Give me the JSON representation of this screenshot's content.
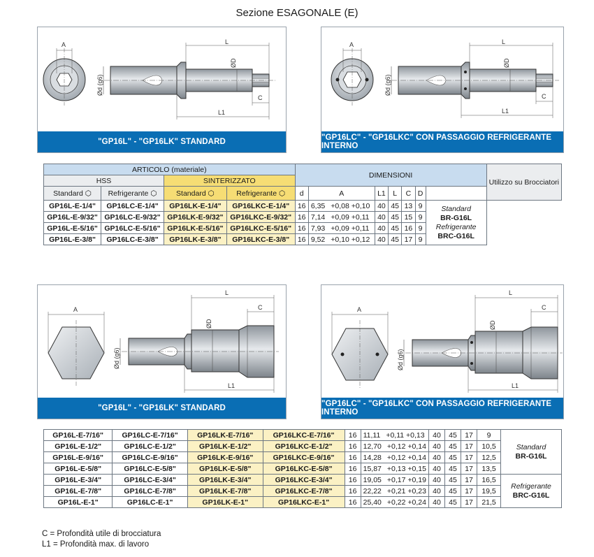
{
  "page": {
    "title": "Sezione ESAGONALE (E)"
  },
  "dims": {
    "A": "A",
    "L": "L",
    "D": "ØD",
    "d": "Ød (g6)",
    "C": "C",
    "L1": "L1"
  },
  "panels": {
    "top_left": "\"GP16L\" - \"GP16LK\" STANDARD",
    "top_right": "\"GP16LC\" - \"GP16LKC\" CON PASSAGGIO REFRIGERANTE INTERNO",
    "bottom_left": "\"GP16L\" - \"GP16LK\" STANDARD",
    "bottom_right": "\"GP16LC\" - \"GP16LKC\" CON PASSAGGIO REFRIGERANTE INTERNO"
  },
  "table_header": {
    "articolo": "ARTICOLO (materiale)",
    "hss": "HSS",
    "sinterizzato": "SINTERIZZATO",
    "standard": "Standard",
    "refrigerante": "Refrigerante",
    "dimensioni": "DIMENSIONI",
    "utilizzo": "Utilizzo su Brocciatori",
    "col_d": "d",
    "col_a": "A",
    "col_l1": "L1",
    "col_l": "L",
    "col_c": "C",
    "col_d2": "D"
  },
  "usage": {
    "standard_label": "Standard",
    "standard_code": "BR-G16L",
    "refrig_label": "Refrigerante",
    "refrig_code": "BRC-G16L"
  },
  "table1": [
    [
      "GP16L-E-1/4\"",
      "GP16LC-E-1/4\"",
      "GP16LK-E-1/4\"",
      "GP16LKC-E-1/4\"",
      "16",
      "6,35",
      "+0,08 +0,10",
      "40",
      "45",
      "13",
      "9"
    ],
    [
      "GP16L-E-9/32\"",
      "GP16LC-E-9/32\"",
      "GP16LK-E-9/32\"",
      "GP16LKC-E-9/32\"",
      "16",
      "7,14",
      "+0,09 +0,11",
      "40",
      "45",
      "15",
      "9"
    ],
    [
      "GP16L-E-5/16\"",
      "GP16LC-E-5/16\"",
      "GP16LK-E-5/16\"",
      "GP16LKC-E-5/16\"",
      "16",
      "7,93",
      "+0,09 +0,11",
      "40",
      "45",
      "16",
      "9"
    ],
    [
      "GP16L-E-3/8\"",
      "GP16LC-E-3/8\"",
      "GP16LK-E-3/8\"",
      "GP16LKC-E-3/8\"",
      "16",
      "9,52",
      "+0,10 +0,12",
      "40",
      "45",
      "17",
      "9"
    ]
  ],
  "table2": [
    [
      "GP16L-E-7/16\"",
      "GP16LC-E-7/16\"",
      "GP16LK-E-7/16\"",
      "GP16LKC-E-7/16\"",
      "16",
      "11,11",
      "+0,11 +0,13",
      "40",
      "45",
      "17",
      "9"
    ],
    [
      "GP16L-E-1/2\"",
      "GP16LC-E-1/2\"",
      "GP16LK-E-1/2\"",
      "GP16LKC-E-1/2\"",
      "16",
      "12,70",
      "+0,12 +0,14",
      "40",
      "45",
      "17",
      "10,5"
    ],
    [
      "GP16L-E-9/16\"",
      "GP16LC-E-9/16\"",
      "GP16LK-E-9/16\"",
      "GP16LKC-E-9/16\"",
      "16",
      "14,28",
      "+0,12 +0,14",
      "40",
      "45",
      "17",
      "12,5"
    ],
    [
      "GP16L-E-5/8\"",
      "GP16LC-E-5/8\"",
      "GP16LK-E-5/8\"",
      "GP16LKC-E-5/8\"",
      "16",
      "15,87",
      "+0,13 +0,15",
      "40",
      "45",
      "17",
      "13,5"
    ],
    [
      "GP16L-E-3/4\"",
      "GP16LC-E-3/4\"",
      "GP16LK-E-3/4\"",
      "GP16LKC-E-3/4\"",
      "16",
      "19,05",
      "+0,17 +0,19",
      "40",
      "45",
      "17",
      "16,5"
    ],
    [
      "GP16L-E-7/8\"",
      "GP16LC-E-7/8\"",
      "GP16LK-E-7/8\"",
      "GP16LKC-E-7/8\"",
      "16",
      "22,22",
      "+0,21 +0,23",
      "40",
      "45",
      "17",
      "19,5"
    ],
    [
      "GP16L-E-1\"",
      "GP16LC-E-1\"",
      "GP16LK-E-1\"",
      "GP16LKC-E-1\"",
      "16",
      "25,40",
      "+0,22 +0,24",
      "40",
      "45",
      "17",
      "21,5"
    ]
  ],
  "notes": {
    "c": "C = Profondità utile di brocciatura",
    "l1": "L1 = Profondità max. di lavoro"
  }
}
